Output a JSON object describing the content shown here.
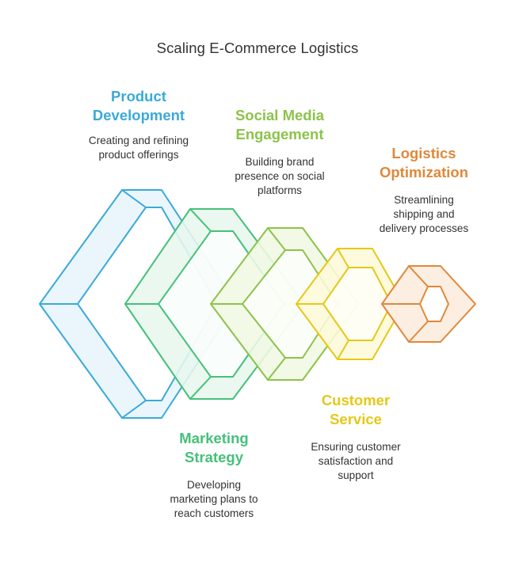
{
  "title": "Scaling E-Commerce Logistics",
  "colors": {
    "product_development": "#3aaad8",
    "social_media": "#8cc34a",
    "logistics": "#e0883a",
    "customer_service": "#e6c817",
    "marketing": "#46c07a"
  },
  "stages": [
    {
      "heading_line1": "Product",
      "heading_line2": "Development",
      "description": [
        "Creating and refining",
        "product offerings"
      ]
    },
    {
      "heading_line1": "Marketing",
      "heading_line2": "Strategy",
      "description": [
        "Developing",
        "marketing plans to",
        "reach customers"
      ]
    },
    {
      "heading_line1": "Social Media",
      "heading_line2": "Engagement",
      "description": [
        "Building brand",
        "presence on social",
        "platforms"
      ]
    },
    {
      "heading_line1": "Customer",
      "heading_line2": "Service",
      "description": [
        "Ensuring customer",
        "satisfaction and",
        "support"
      ]
    },
    {
      "heading_line1": "Logistics",
      "heading_line2": "Optimization",
      "description": [
        "Streamlining",
        "shipping and",
        "delivery processes"
      ]
    }
  ]
}
